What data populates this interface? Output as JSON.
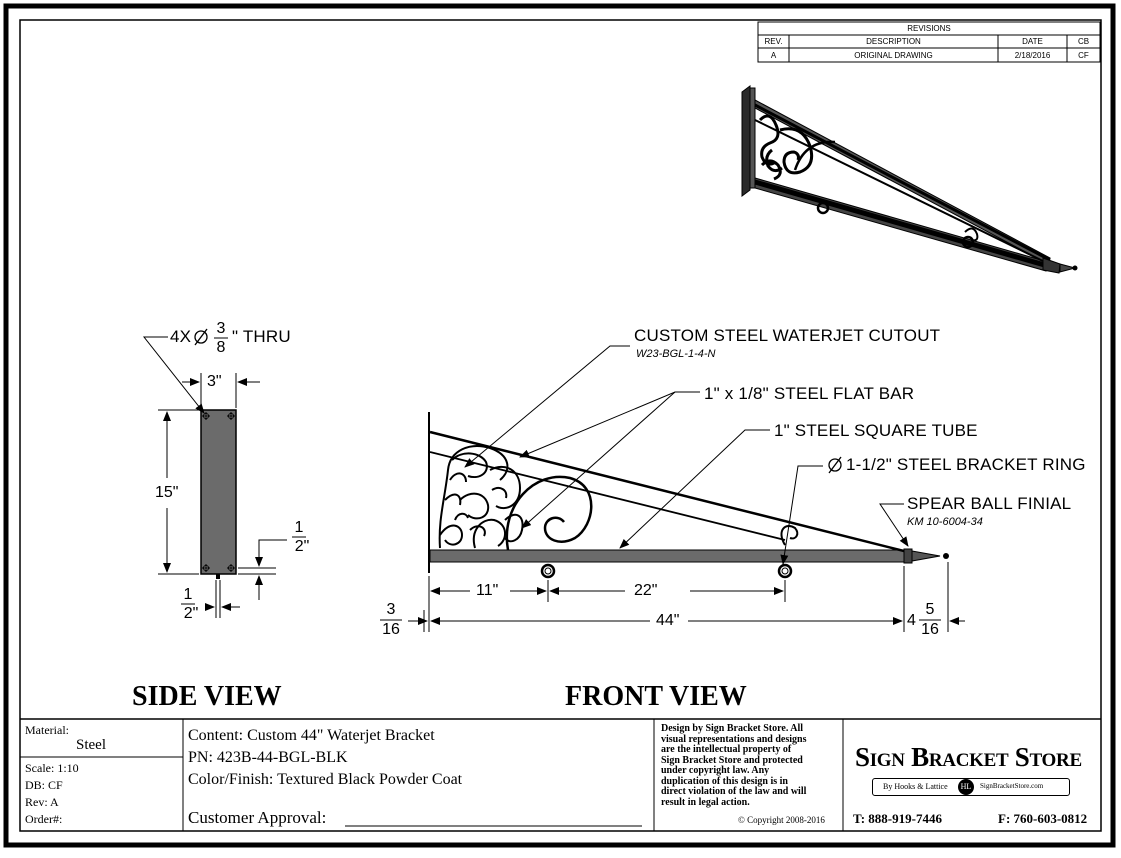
{
  "revisions": {
    "heading": "REVISIONS",
    "columns": [
      "REV.",
      "DESCRIPTION",
      "DATE",
      "CB"
    ],
    "rows": [
      [
        "A",
        "ORIGINAL DRAWING",
        "2/18/2016",
        "CF"
      ]
    ]
  },
  "side_view": {
    "title": "SIDE VIEW",
    "hole_note_prefix": "4X",
    "hole_note_num": "3",
    "hole_note_den": "8",
    "hole_note_suffix": "\" THRU",
    "width": "3\"",
    "height": "15\"",
    "offset_num": "1",
    "offset_den": "2\"",
    "bottom_num": "1",
    "bottom_den": "2\""
  },
  "front_view": {
    "title": "FRONT VIEW",
    "callouts": {
      "waterjet": "CUSTOM STEEL WATERJET CUTOUT",
      "waterjet_part": "W23-BGL-1-4-N",
      "flat_bar": "1\" x 1/8\" STEEL FLAT BAR",
      "square_tube": "1\" STEEL SQUARE TUBE",
      "ring": "1-1/2\" STEEL BRACKET RING",
      "finial": "SPEAR BALL FINIAL",
      "finial_part": "KM 10-6004-34"
    },
    "dims": {
      "ring1": "11\"",
      "ring2": "22\"",
      "overall": "44\"",
      "left_num": "3",
      "left_den": "16",
      "right_whole": "4",
      "right_num": "5",
      "right_den": "16"
    }
  },
  "title_block": {
    "material_label": "Material:",
    "material_value": "Steel",
    "scale": "Scale: 1:10",
    "db": "DB: CF",
    "rev": "Rev: A",
    "order": "Order#:",
    "content": "Content: Custom 44\" Waterjet Bracket",
    "pn": "PN: 423B-44-BGL-BLK",
    "finish": "Color/Finish: Textured Black Powder Coat",
    "approval": "Customer Approval:",
    "copyright_lines": [
      "Design by Sign Bracket Store. All",
      "visual representations and designs",
      "are the intellectual property of",
      "Sign Bracket Store and protected",
      "under copyright law. Any",
      "duplication of this design is in",
      "direct violation of the law and will",
      "result in legal action."
    ],
    "copyright": "© Copyright 2008-2016",
    "logo_text": "Sign Bracket Store",
    "logo_tagline": "By Hooks & Lattice",
    "logo_badge": "HL",
    "logo_site": "SignBracketStore.com",
    "phone": "T: 888-919-7446",
    "fax": "F: 760-603-0812"
  }
}
